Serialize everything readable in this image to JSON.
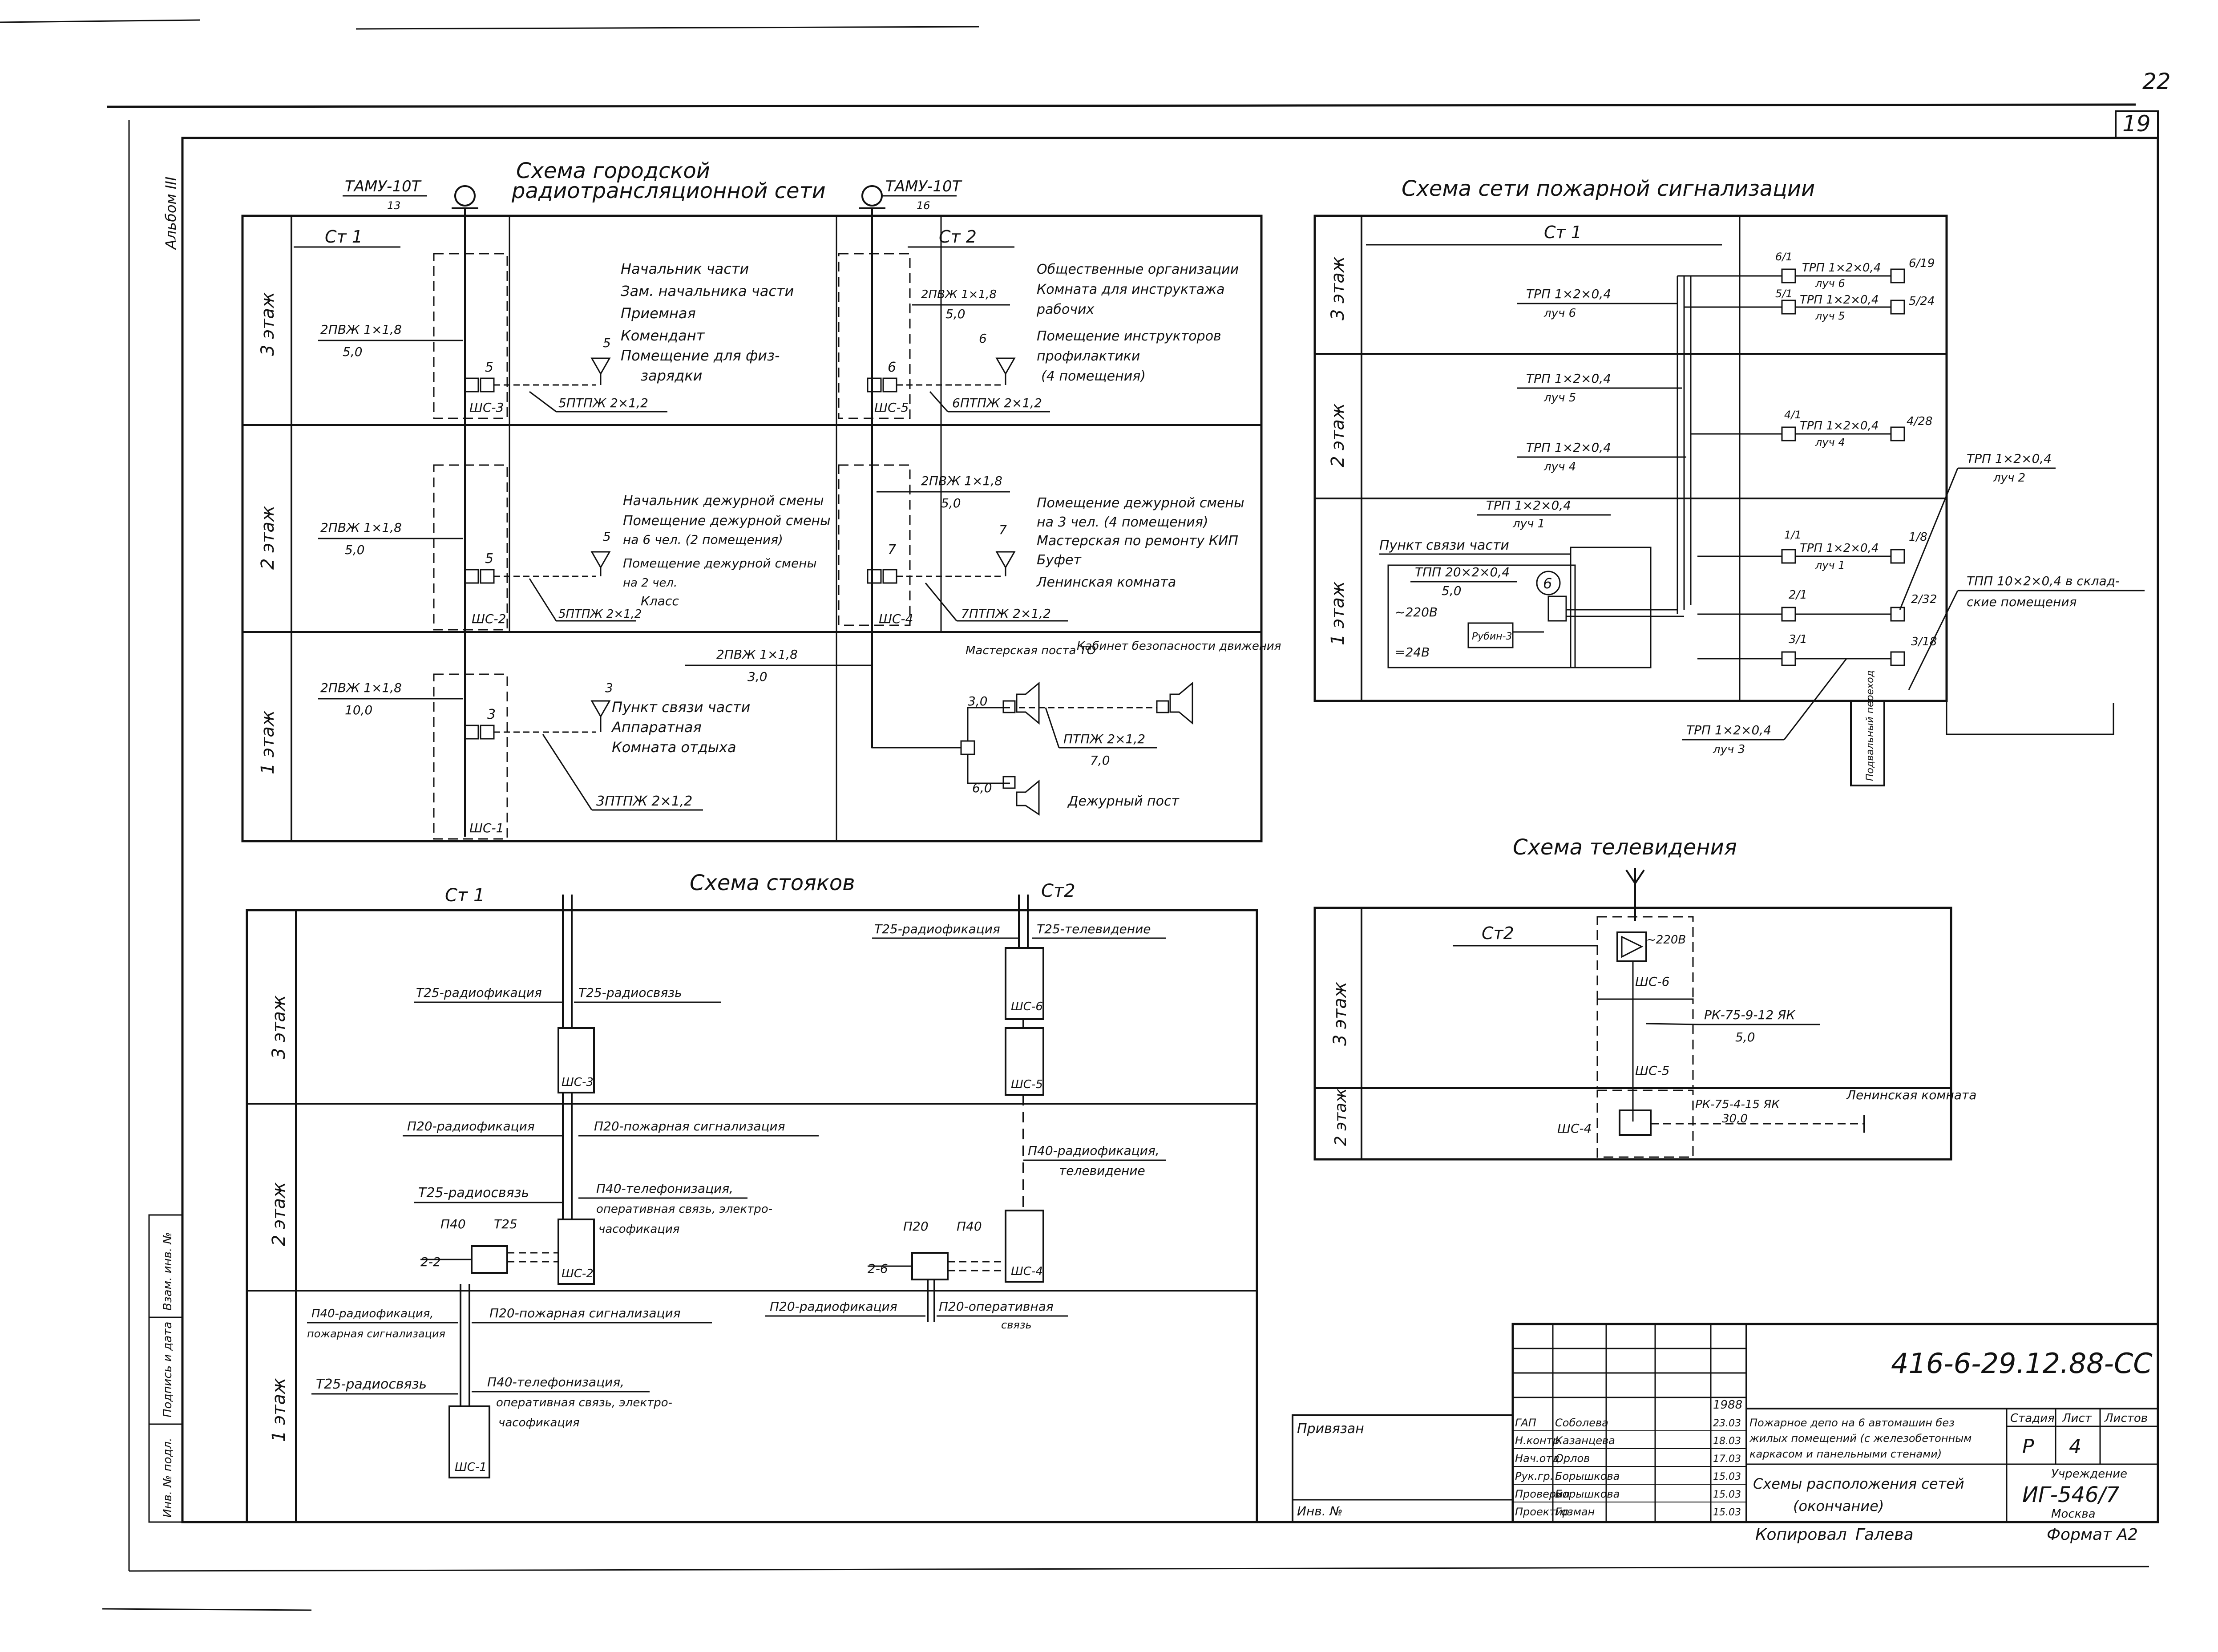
{
  "sheet": {
    "page_number_corner": "22",
    "sheet_number": "19",
    "album_mark": "Альбом III",
    "signature_strip": [
      "Инв. № подл.",
      "Подпись и дата",
      "Взам. инв. №"
    ]
  },
  "radio_scheme": {
    "title_line1": "Схема городской",
    "title_line2": "радиотрансляционной сети",
    "amplifier_left": "ТАМУ-10Т",
    "amplifier_left_num": "13",
    "amplifier_right": "ТАМУ-10Т",
    "amplifier_right_num": "16",
    "floor_labels": [
      "3 этаж",
      "2 этаж",
      "1 этаж"
    ],
    "riser1": "Ст 1",
    "riser2": "Ст 2",
    "cable_3": "2ПВЖ 1×1,8",
    "cable_3_len": "5,0",
    "cable_2": "2ПВЖ 1×1,8",
    "cable_2_len": "5,0",
    "cable_1": "2ПВЖ 1×1,8",
    "cable_1_len": "10,0",
    "box_3": "ШС-3",
    "box_2": "ШС-2",
    "box_1": "ШС-1",
    "num_3": "5",
    "num_2": "5",
    "num_1": "3",
    "wire_3": "5ПТПЖ 2×1,2",
    "wire_2": "5ПТПЖ 2×1,2",
    "wire_1": "3ПТПЖ 2×1,2",
    "rooms_3": [
      "Начальник части",
      "Зам. начальника части",
      "Приемная",
      "Комендант",
      "Помещение для физ-",
      "зарядки"
    ],
    "rooms_2": [
      "Начальник дежурной смены",
      "Помещение дежурной смены",
      "на 6 чел. (2 помещения)",
      "Помещение дежурной смены",
      "на 2 чел.",
      "Класс"
    ],
    "rooms_1": [
      "Пункт связи части",
      "Аппаратная",
      "Комната отдыха"
    ],
    "st2_cable_3": "2ПВЖ 1×1,8",
    "st2_cable_3_len": "5,0",
    "st2_cable_2": "2ПВЖ 1×1,8",
    "st2_cable_2_len": "5,0",
    "st2_cable_1": "2ПВЖ 1×1,8",
    "st2_cable_1_len": "3,0",
    "box_5": "ШС-5",
    "box_4": "ШС-4",
    "num_6": "6",
    "num_7": "7",
    "wire_6": "6ПТПЖ 2×1,2",
    "wire_7": "7ПТПЖ 2×1,2",
    "rooms_st2_3": [
      "Общественные организации",
      "Комната для инструктажа",
      "рабочих",
      "Помещение инструкторов",
      "профилактики",
      "(4 помещения)"
    ],
    "rooms_st2_2": [
      "Помещение дежурной смены",
      "на 3 чел. (4 помещения)",
      "Мастерская по ремонту КИП",
      "Буфет",
      "Ленинская комната"
    ],
    "loud_1": "Мастерская поста ТО",
    "loud_2": "Кабинет безопасности движения",
    "loud_3": "Дежурный пост",
    "loud_wire": "ПТПЖ 2×1,2",
    "loud_wire_len": "7,0",
    "loud_len_a": "3,0",
    "loud_len_b": "6,0"
  },
  "fire_scheme": {
    "title": "Схема сети пожарной сигнализации",
    "floor_labels": [
      "3 этаж",
      "2 этаж",
      "1 этаж"
    ],
    "riser": "Ст 1",
    "cable_luch6": "ТРП 1×2×0,4",
    "luch6": "луч 6",
    "cable_luch5": "ТРП 1×2×0,4",
    "luch5": "луч 5",
    "cable_luch4": "ТРП 1×2×0,4",
    "luch4": "луч 4",
    "cable_luch1": "ТРП 1×2×0,4",
    "luch1": "луч 1",
    "pult": "Пункт связи части",
    "tpp": "ТПП 20×2×0,4",
    "tpp_len": "5,0",
    "v220": "~220В",
    "v24": "=24В",
    "device": "Рубин-3",
    "circle_num": "6",
    "det_6_1": "6/1",
    "det_6_19": "6/19",
    "det_5_1": "5/1",
    "det_5_24": "5/24",
    "det_4_1": "4/1",
    "det_4_28": "4/28",
    "det_1_1": "1/1",
    "det_1_8": "1/8",
    "det_2_1": "2/1",
    "det_2_32": "2/32",
    "det_3_1": "3/1",
    "det_3_18": "3/18",
    "l6": "ТРП 1×2×0,4",
    "l6b": "луч 6",
    "l5": "ТРП 1×2×0,4",
    "l5b": "луч 5",
    "l4": "ТРП 1×2×0,4",
    "l4b": "луч 4",
    "l1": "ТРП 1×2×0,4",
    "l1b": "луч 1",
    "luch2_cable": "ТРП 1×2×0,4",
    "luch2": "луч 2",
    "luch3_cable": "ТРП 1×2×0,4",
    "luch3": "луч 3",
    "tpp10": "ТПП 10×2×0,4 в склад-",
    "tpp10b": "ские помещения",
    "basement": "Подвальный переход"
  },
  "risers_scheme": {
    "title": "Схема стояков",
    "st1": "Ст 1",
    "st2": "Ст2",
    "floor_labels": [
      "3 этаж",
      "2 этаж",
      "1 этаж"
    ],
    "t25_radio": "Т25-радиофикация",
    "t25_radiosv": "Т25-радиосвязь",
    "t25_radio_st2": "Т25-радиофикация",
    "t25_tv": "Т25-телевидение",
    "p20_radio": "П20-радиофикация",
    "p20_fire": "П20-пожарная сигнализация",
    "t25_radiosv2": "Т25-радиосвязь",
    "p40_phone": "П40-телефонизация,",
    "p40_phone_b": "оперативная связь, электро-",
    "p40_phone_c": "часофикация",
    "p40": "П40",
    "t25": "Т25",
    "p40_radio_tv": "П40-радиофикация,",
    "p40_radio_tv_b": "телевидение",
    "p20": "П20",
    "p40b": "П40",
    "node22": "2-2",
    "node26": "2-6",
    "p20_radio2": "П20-радиофикация",
    "p20_oper": "П20-оперативная",
    "p20_oper_b": "связь",
    "p40_radio_fire": "П40-радиофикация,",
    "p40_radio_fire_b": "пожарная сигнализация",
    "p20_fire2": "П20-пожарная сигнализация",
    "t25_radiosv3": "Т25-радиосвязь",
    "p40_phone2": "П40-телефонизация,",
    "p40_phone2_b": "оперативная связь, электро-",
    "p40_phone2_c": "часофикация",
    "box3": "ШС-3",
    "box2": "ШС-2",
    "box1": "ШС-1",
    "box6": "ШС-6",
    "box5": "ШС-5",
    "box4": "ШС-4"
  },
  "tv_scheme": {
    "title": "Схема телевидения",
    "floor_labels": [
      "3 этаж",
      "2 этаж"
    ],
    "riser": "Ст2",
    "v220": "~220В",
    "box6": "ШС-6",
    "box5": "ШС-5",
    "box4": "ШС-4",
    "cable1": "РК-75-9-12 ЯК",
    "cable1_len": "5,0",
    "cable2": "РК-75-4-15 ЯК",
    "cable2_len": "30,0",
    "room": "Ленинская комната"
  },
  "title_block": {
    "code": "416-6-29.12.88-СС",
    "year": "1988",
    "privyazan": "Привязан",
    "inv": "Инв. №",
    "rows": [
      {
        "role": "ГАП",
        "name": "Соболева",
        "date": "23.03"
      },
      {
        "role": "Н.контр.",
        "name": "Казанцева",
        "date": "18.03"
      },
      {
        "role": "Нач.отд.",
        "name": "Орлов",
        "date": "17.03"
      },
      {
        "role": "Рук.гр.",
        "name": "Борышкова",
        "date": "15.03"
      },
      {
        "role": "Проверил",
        "name": "Борышкова",
        "date": "15.03"
      },
      {
        "role": "Проектир.",
        "name": "Гозман",
        "date": "15.03"
      }
    ],
    "desc1": "Пожарное депо на 6 автомашин без",
    "desc2": "жилых помещений (с железобетонным",
    "desc3": "каркасом и панельными стенами)",
    "sheet_title1": "Схемы расположения сетей",
    "sheet_title2": "(окончание)",
    "stage_h": "Стадия",
    "sheet_h": "Лист",
    "sheets_h": "Листов",
    "stage": "Р",
    "sheet": "4",
    "org1": "Учреждение",
    "org2": "ИГ-546/7",
    "org3": "Москва",
    "copied": "Копировал",
    "copier": "Галева",
    "format": "Формат А2"
  }
}
